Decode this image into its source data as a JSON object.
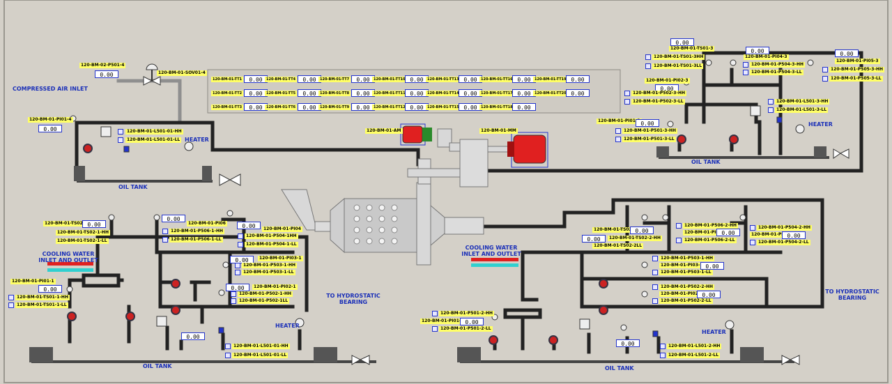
{
  "labels": {
    "compressed_air": "COMPRESSED AIR INLET",
    "heater": "HEATER",
    "oil_tank": "OIL TANK",
    "cooling_water": "COOLING WATER INLET AND OUTLET",
    "hydrostatic": "TO HYDROSTATIC BEARING"
  },
  "tags": {
    "pv_air": "120-BM-02-P501-4",
    "sov": "120-BM-01-SOV01-4",
    "pi01_4": "120-BM-01-PI01-4",
    "l501_hh": "120-BM-01-L501-01-HH",
    "l501_ll": "120-BM-01-L501-01-LL",
    "am": "120-BM-01-AM",
    "mm": "120-BM-01-MM",
    "tt_rows": [
      [
        "120-BM-01-TT1",
        "120-BM-01-TT4",
        "120-BM-01-TT7",
        "120-BM-01-TT10",
        "120-BM-01-TT13",
        "120-BM-01-TT16",
        "120-BM-01-TT19"
      ],
      [
        "120-BM-01-TT2",
        "120-BM-01-TT5",
        "120-BM-01-TT8",
        "120-BM-01-TT11",
        "120-BM-01-TT14",
        "120-BM-01-TT17",
        "120-BM-01-TT20"
      ],
      [
        "120-BM-01-TT3",
        "120-BM-01-TT6",
        "120-BM-01-TT9",
        "120-BM-01-TT12",
        "120-BM-01-TT15",
        "120-BM-01-TT18"
      ]
    ],
    "ts01_3": "120-BM-01-TS01-3",
    "ts01_3hh": "120-BM-01-TS01-3HH",
    "ts01_3ll": "120-BM-01-TS01-3LL",
    "pi04_3": "120-BM-01-PI04-3",
    "p504_3hh": "120-BM-01-P504-3-HH",
    "p504_3ll": "120-BM-01-P504-3-LL",
    "pi05_3": "120-BM-01-PI05-3",
    "p505_3hh": "120-BM-01-P505-3-HH",
    "p505_3ll": "120-BM-01-P505-3-LL",
    "pi02_3": "120-BM-01-PI02-3",
    "p502_3hh": "120-BM-01-P502-3-HH",
    "p502_3ll": "120-BM-01-P502-3-LL",
    "pi01_3": "120-BM-01-PI01-3",
    "p501_3hh": "120-BM-01-P501-3-HH",
    "p501_3ll": "120-BM-01-P501-3-LL",
    "l501_3hh": "120-BM-01-L501-3-HH",
    "l501_3ll": "120-BM-01-L501-3-LL",
    "ts02_1": "120-BM-01-TS02-1",
    "ts02_1hh": "120-BM-01-TS02-1-HH",
    "ts02_1ll": "120-BM-01-TS02-1-LL",
    "pi06": "120-BM-01-PI06",
    "p506_1hh": "120-BM-01-P506-1-HH",
    "p506_1ll": "120-BM-01-P506-1-LL",
    "pi04": "120-BM-01-PI04",
    "p504_1hh": "120-BM-01-P504-1HH",
    "p504_1ll": "120-BM-01-P504-1-LL",
    "pi03_1": "120-BM-01-PI03-1",
    "p503_1hh": "120-BM-01-P503-1-HH",
    "p503_1ll": "120-BM-01-P503-1-LL",
    "pi02_1": "120-BM-01-PI02-1",
    "p502_1hh": "120-BM-01-P502-1-HH",
    "p502_1ll": "120-BM-01-P502-1LL",
    "pi01_1": "120-BM-01-PI01-1",
    "ts01_1hh": "120-BM-01-TS01-1-HH",
    "ts01_1ll": "120-BM-01-TS01-1-LL",
    "l501_01hh": "120-BM-01-L501-01-HH",
    "l501_01ll": "120-BM-01-L501-01-LL",
    "ts02_2": "120-BM-01-TS02-2",
    "ts02_2hh": "120-BM-01-TS02-2-HH",
    "ts02_2ll": "120-BM-01-TS02-2LL",
    "p506_2hh": "120-BM-01-P506-2-HH",
    "p506_2ll": "120-BM-01-P506-2-LL",
    "pi06_2": "120-BM-01-PI06-2",
    "p504_2hh": "120-BM-01-P504-2-HH",
    "pi04_2": "120-BM-01-PI04-2",
    "p504_2ll": "120-BM-01-P504-2-LL",
    "p503_1hh_r": "120-BM-01-P503-1-HH",
    "pi03_1_r": "120-BM-01-PI03-1",
    "p503_1ll_r": "120-BM-01-P503-1-LL",
    "p502_2hh": "120-BM-01-P502-2-HH",
    "pi02_2": "120-BM-01-PI02-2",
    "p502_2ll": "120-BM-01-P502-2-LL",
    "p501_2hh": "120-BM-01-P501-2-HH",
    "pi01_2": "120-BM-01-PI01-2",
    "p501_2ll": "120-BM-01-P501-2-LL",
    "l501_2hh": "120-BM-01-L501-2-HH",
    "l501_2ll": "120-BM-01-L501-2-LL"
  },
  "value": "0.00",
  "colors": {
    "pipe": "#222222",
    "motor": "#e02020",
    "tag_bg": "#ffff66",
    "box_border": "#2233cc",
    "label_blue": "#1a2fb8",
    "cw_red": "#e02020",
    "cw_cyan": "#30d0d0"
  }
}
